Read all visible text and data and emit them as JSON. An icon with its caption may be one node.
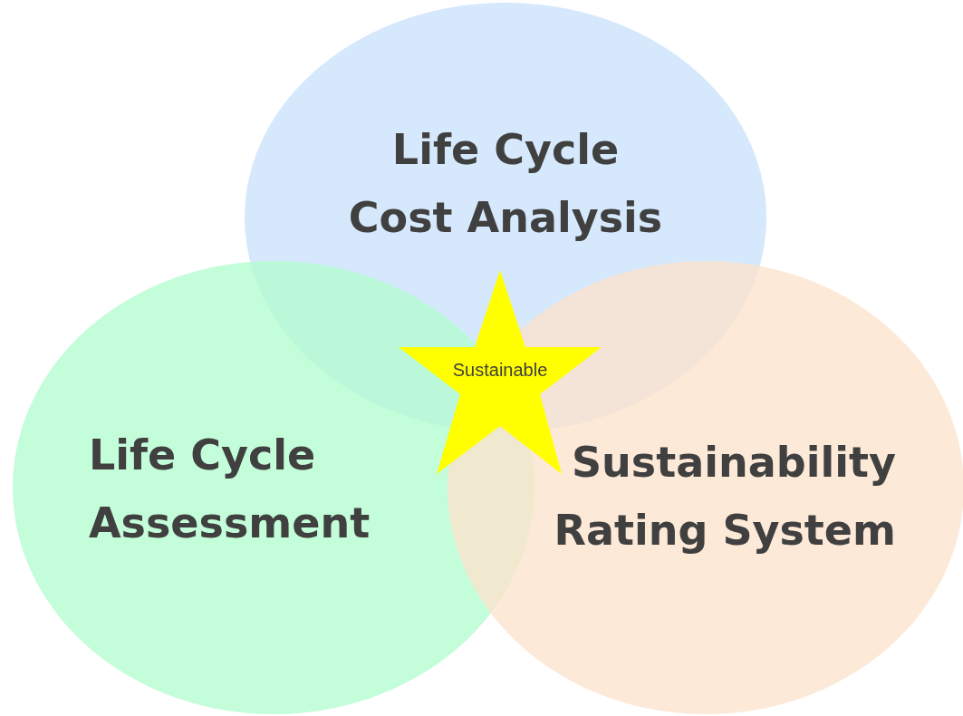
{
  "diagram": {
    "nodes": [
      {
        "text": [
          "Life Cycle Cost Analysis"
        ]
      },
      {
        "text": [
          "Life Cycle Assessment"
        ]
      },
      {
        "text": [
          "Sustainability Rating System"
        ]
      },
      {
        "text": [
          "Sustainable"
        ]
      }
    ]
  }
}
